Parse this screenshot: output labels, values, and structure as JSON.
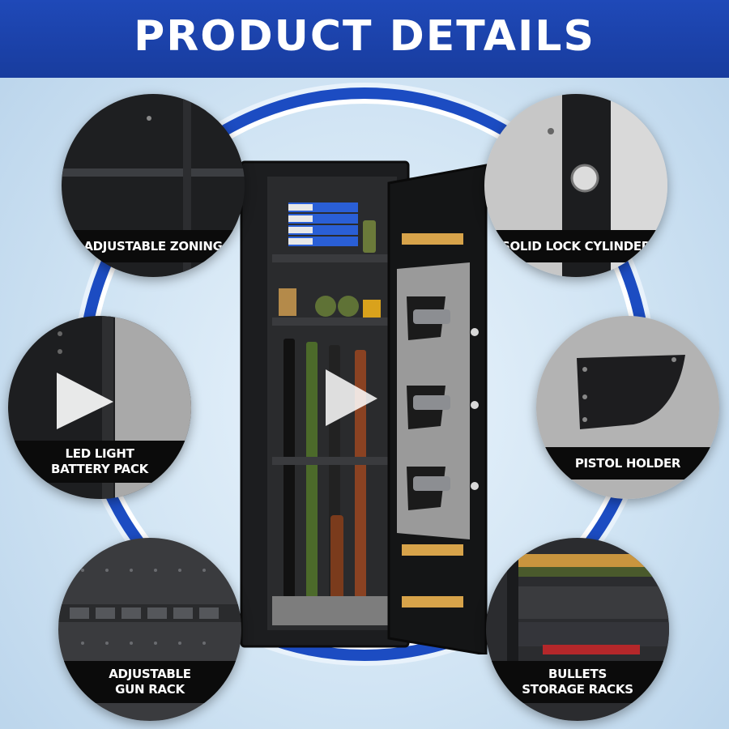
{
  "header": {
    "title": "PRODUCT  DETAILS"
  },
  "features": {
    "adjustable_zoning": {
      "label": "ADJUSTABLE ZONING"
    },
    "solid_lock_cylinder": {
      "label": "SOLID LOCK CYLINDER"
    },
    "led_light": {
      "line1": "LED LIGHT",
      "line2": "BATTERY PACK"
    },
    "pistol_holder": {
      "label": "PISTOL HOLDER"
    },
    "gun_rack": {
      "line1": "ADJUSTABLE",
      "line2": "GUN RACK"
    },
    "bullets_racks": {
      "line1": "BULLETS",
      "line2": "STORAGE RACKS"
    }
  },
  "colors": {
    "banner": "#1f49b8",
    "ring": "#1c4cc2",
    "label_background": "#0b0b0b",
    "safe_body": "#1c1d1f",
    "felt": "#9a9a9a"
  }
}
